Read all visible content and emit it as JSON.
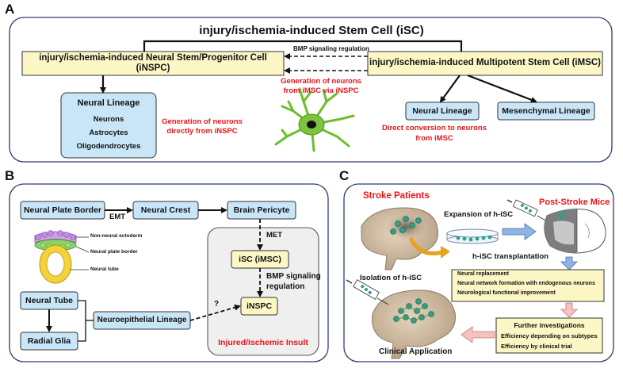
{
  "panels": {
    "a": {
      "letter": "A",
      "top_title": "injury/ischemia-induced Stem Cell (iSC)",
      "insp_box": "injury/ischemia-induced Neural Stem/Progenitor Cell (iNSPC)",
      "imsc_box": "injury/ischemia-induced Multipotent Stem Cell (iMSC)",
      "bmp_label": "BMP signaling regulation",
      "gen_via_1": "Generation of neurons",
      "gen_via_2": "from iMSC via iNSPC",
      "lineage_title": "Neural Lineage",
      "lineage_items": [
        "Neurons",
        "Astrocytes",
        "Oligodendrocytes"
      ],
      "gen_direct_1": "Generation of neurons",
      "gen_direct_2": "directly from iNSPC",
      "neural_lineage": "Neural Lineage",
      "mesenchymal_lineage": "Mesenchymal Lineage",
      "direct_conv_1": "Direct conversion to neurons",
      "direct_conv_2": "from iMSC"
    },
    "b": {
      "letter": "B",
      "neural_plate_border": "Neural Plate Border",
      "emt": "EMT",
      "neural_crest": "Neural Crest",
      "brain_pericyte": "Brain Pericyte",
      "met": "MET",
      "isc_imsc": "iSC (iMSC)",
      "bmp_1": "BMP signaling",
      "bmp_2": "regulation",
      "insp": "iNSPC",
      "question": "?",
      "neural_tube": "Neural Tube",
      "radial_glia": "Radial Glia",
      "neuroepithelial": "Neuroepithelial Lineage",
      "injured": "Injured/Ischemic Insult",
      "legend": [
        "Non-neural ectoderm",
        "Neural plate border",
        "Neural tube"
      ]
    },
    "c": {
      "letter": "C",
      "stroke_patients": "Stroke Patients",
      "expansion": "Expansion of h-iSC",
      "post_stroke": "Post-Stroke Mice",
      "isolation": "Isolation of h-iSC",
      "transplantation": "h-iSC transplantation",
      "outcomes": [
        "Neural replacement",
        "Neural network formation with endogenous neurons",
        "Neurological functional improvement"
      ],
      "further_title": "Further investigations",
      "further_items": [
        "Efficiency depending on subtypes",
        "Efficiency by clinical trial"
      ],
      "clinical": "Clinical Application"
    }
  },
  "colors": {
    "box_yellow": "#fdf7c6",
    "box_blue": "#c8e6f7",
    "panel_border": "#2c3e6c",
    "red_text": "#e8141a",
    "brain": "#c9b59a",
    "cell": "#2f9e8a",
    "neuron": "#7cc43c"
  }
}
